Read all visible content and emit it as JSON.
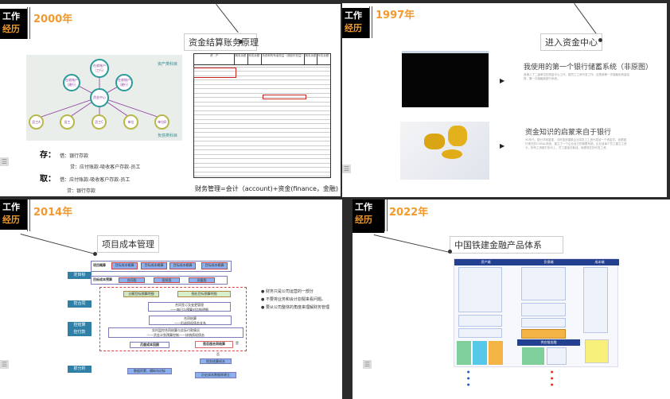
{
  "panels": [
    {
      "year": "2000年",
      "badge": [
        "工作",
        "经历"
      ],
      "title": "资金结算账务原理",
      "diagram": {
        "center": "资金中心",
        "top_nodes": [
          "在收账户（工行）",
          "在收账户（建行）",
          "在收账户（建行）"
        ],
        "bottom_nodes": [
          "员工A",
          "员工",
          "员工C",
          "单位",
          "单位B"
        ],
        "asset_label": "资产类科目",
        "liability_label": "负债类科目"
      },
      "deposit": {
        "label": "存：",
        "debit": "借：银行存款",
        "credit": "贷：应付账款-吸收客户存款-员工"
      },
      "withdraw": {
        "label": "取：",
        "debit": "借：应付账款-吸收客户存款-员工",
        "credit": "贷：银行存款"
      },
      "table_headers": [
        "资　产",
        "期末余额",
        "年初余额",
        "负债和所有者权益（或股东权益）",
        "期末余额",
        "年初余额"
      ],
      "formula": "财务管理=会计（account)+资金(finance，金融)"
    },
    {
      "year": "1997年",
      "badge": [
        "工作",
        "经历"
      ],
      "title": "进入资金中心",
      "items": [
        {
          "heading": "我使用的第一个银行储蓄系统（非原图）",
          "body": "我调入了二级单位的资金中心工作，做员工工资代发工作。这是我第一次接触到资金结算，第一次接触到银行系统。"
        },
        {
          "heading": "资金知识的启蒙来自于银行",
          "body": "90年代，银行非常重视，当时很多建筑企业将员工工资代发给一个资金员。依照银行现在的COBAL系统，建立了一个企业自己的储蓄系统。企业给每个员工建立工资卡，所有工资都打到卡上，员工直接去取钱。就是现在的代发工资。"
        }
      ]
    },
    {
      "year": "2014年",
      "badge": [
        "工作",
        "经历"
      ],
      "title": "项目成本管理",
      "side_labels": [
        "定目标",
        "控合同",
        "控结算",
        "控付款",
        "抓分析"
      ],
      "flow": {
        "row1_label": "项目概算",
        "row1": [
          "目标成本概算",
          "目标成本概算",
          "目标成本概算",
          "目标成本概算"
        ],
        "row2_label": "目标成本预算",
        "row2": [
          "合同版",
          "图纸版",
          "测量版"
        ],
        "split": "分解目标预算明细",
        "split2": "细化目标预算明细",
        "contract": "合同签订及变更管理",
        "contract_sub": "——每日与预算对比帐明细",
        "settle": "合同结算",
        "settle_sub": "——形成债权债务关系",
        "monitor": "实时监控合同结算与实际付款情况",
        "monitor_sub": "——资金计划预算控制——核销债权债务",
        "monthly": "月度成本回顾",
        "decision": "是否超合同结算",
        "yes": "是",
        "no": "否",
        "finance": "财务核算成本",
        "data": "数据积累，横纵向对标",
        "history": "历史成本数据库建立"
      },
      "bullets": [
        "财务只是公司运营的一部分",
        "不要将业务和会计割裂来看问题。",
        "要从公司整体的角度来理解财务管理"
      ]
    },
    {
      "year": "2022年",
      "badge": [
        "工作",
        "经历"
      ],
      "title": "中国铁建金融产品体系",
      "columns": [
        "资产端",
        "负债端",
        "成本端"
      ],
      "bottom_header": "供应链金融"
    }
  ],
  "menu_icon": "list-menu-icon"
}
